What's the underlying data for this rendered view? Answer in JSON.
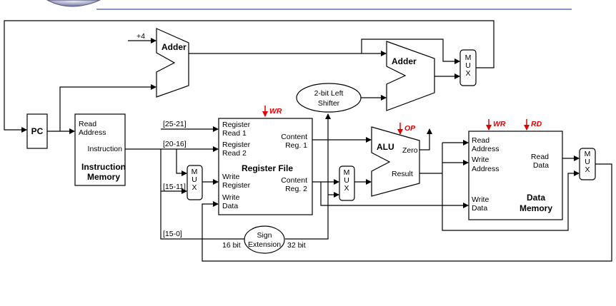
{
  "adder_top": {
    "label": "Adder",
    "input_const": "+4"
  },
  "adder_branch": {
    "label": "Adder"
  },
  "mux_pc": {
    "label": "M\nU\nX"
  },
  "shifter": {
    "line1": "2-bit Left",
    "line2": "Shifter"
  },
  "pc": {
    "label": "PC"
  },
  "instruction_memory": {
    "read_address_line1": "Read",
    "read_address_line2": "Address",
    "instruction": "Instruction",
    "title_line1": "Instruction",
    "title_line2": "Memory"
  },
  "fields": {
    "rs": "[25-21]",
    "rt": "[20-16]",
    "rd": "[15-11]",
    "imm": "[15-0]"
  },
  "mux_regdst": {
    "label": "M\nU\nX"
  },
  "register_file": {
    "read1_line1": "Register",
    "read1_line2": "Read 1",
    "read2_line1": "Register",
    "read2_line2": "Read 2",
    "write_reg_line1": "Write",
    "write_reg_line2": "Register",
    "write_data_line1": "Write",
    "write_data_line2": "Data",
    "content1_line1": "Content",
    "content1_line2": "Reg. 1",
    "content2_line1": "Content",
    "content2_line2": "Reg. 2",
    "title": "Register File",
    "control": "WR"
  },
  "sign_extension": {
    "line1": "Sign",
    "line2": "Extension",
    "in_width": "16 bit",
    "out_width": "32 bit"
  },
  "mux_alusrc": {
    "label": "M\nU\nX"
  },
  "alu": {
    "label": "ALU",
    "zero": "Zero",
    "result": "Result",
    "control": "OP"
  },
  "data_memory": {
    "read_address_line1": "Read",
    "read_address_line2": "Address",
    "write_address_line1": "Write",
    "write_address_line2": "Address",
    "write_data_line1": "Write",
    "write_data_line2": "Data",
    "read_data_line1": "Read",
    "read_data_line2": "Data",
    "title_line1": "Data",
    "title_line2": "Memory",
    "control_wr": "WR",
    "control_rd": "RD"
  },
  "mux_memtoreg": {
    "label": "M\nU\nX"
  },
  "colors": {
    "control_signal": "#e00000",
    "header_rule": "#3a50a0"
  }
}
